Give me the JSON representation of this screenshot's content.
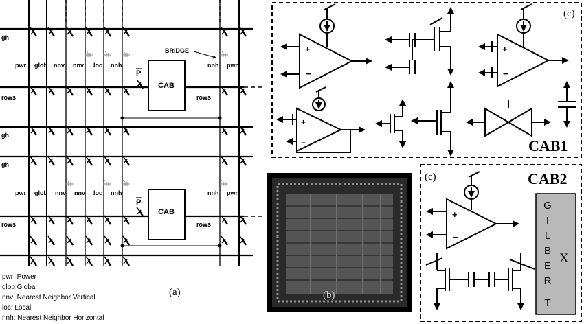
{
  "panel_a": {
    "tag": "(a)",
    "row_labels": {
      "gh_1": "gh",
      "rows_1": "rows",
      "gh_2": "gh",
      "gh_3": "gh",
      "rows_2": "rows",
      "rows_right_1": "rows",
      "rows_right_2": "rows"
    },
    "column_labels_top": [
      "pwr",
      "glob",
      "nnv",
      "nnv",
      "loc",
      "nnh"
    ],
    "column_labels_bottom": [
      "pwr",
      "glob",
      "nnv",
      "nnv",
      "loc",
      "nnh"
    ],
    "right_labels_top": [
      "nnh",
      "pwr"
    ],
    "right_labels_bottom": [
      "nnh",
      "pwr"
    ],
    "bridge_label": "BRIDGE",
    "cab_label": "CAB",
    "p_label": "P",
    "legend": [
      "pwr: Power",
      "glob:Global",
      "nnv: Nearest Neighbor Vertical",
      "loc:  Local",
      "nnh: Nearest Neighbor Horizontal"
    ]
  },
  "panel_b": {
    "tag": "(b)"
  },
  "panel_c1": {
    "tag": "(c)",
    "title": "CAB1"
  },
  "panel_c2": {
    "tag": "(c)",
    "title": "CAB2",
    "gilbert_letters": [
      "G",
      "I",
      "L",
      "B",
      "E",
      "R",
      "T"
    ],
    "gilbert_x": "X",
    "plus": "+",
    "minus": "−"
  },
  "colors": {
    "ink": "#000000",
    "gilbert_fill": "#b9b9b9",
    "die": "#2a2a2a",
    "bridge_gray": "#8a8a8a"
  }
}
